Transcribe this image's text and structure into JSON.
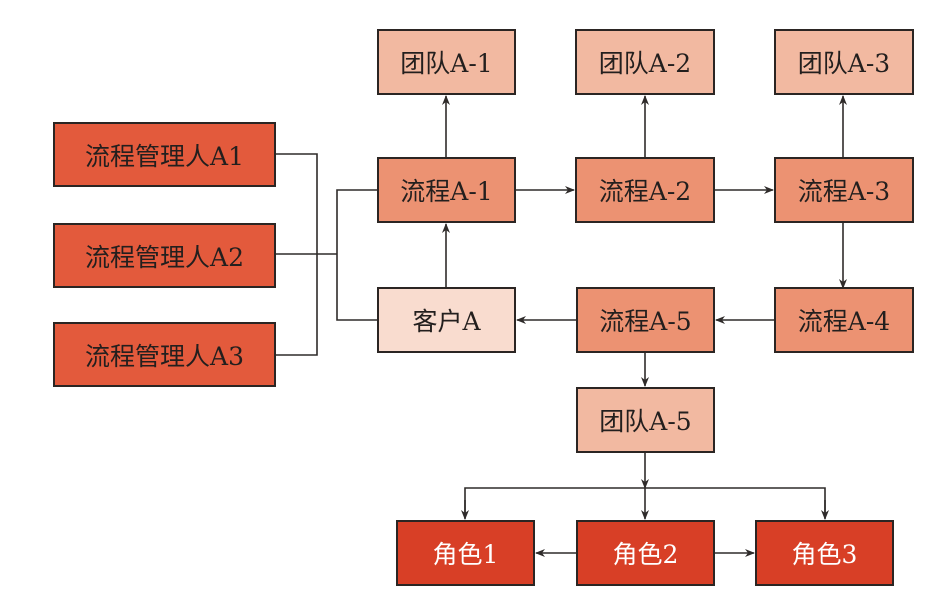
{
  "diagram": {
    "managers": [
      {
        "id": "mgr-a1",
        "label": "流程管理人A1"
      },
      {
        "id": "mgr-a2",
        "label": "流程管理人A2"
      },
      {
        "id": "mgr-a3",
        "label": "流程管理人A3"
      }
    ],
    "teams": [
      {
        "id": "team-a1",
        "label": "团队A-1"
      },
      {
        "id": "team-a2",
        "label": "团队A-2"
      },
      {
        "id": "team-a3",
        "label": "团队A-3"
      },
      {
        "id": "team-a5",
        "label": "团队A-5"
      }
    ],
    "processes": [
      {
        "id": "proc-a1",
        "label": "流程A-1"
      },
      {
        "id": "proc-a2",
        "label": "流程A-2"
      },
      {
        "id": "proc-a3",
        "label": "流程A-3"
      },
      {
        "id": "proc-a4",
        "label": "流程A-4"
      },
      {
        "id": "proc-a5",
        "label": "流程A-5"
      }
    ],
    "customer": {
      "id": "customer-a",
      "label": "客户A"
    },
    "roles": [
      {
        "id": "role-1",
        "label": "角色1"
      },
      {
        "id": "role-2",
        "label": "角色2"
      },
      {
        "id": "role-3",
        "label": "角色3"
      }
    ],
    "edges": [
      {
        "from": "mgr-a1",
        "to": "bus",
        "arrow": false
      },
      {
        "from": "mgr-a2",
        "to": "bus",
        "arrow": false
      },
      {
        "from": "mgr-a3",
        "to": "bus",
        "arrow": false
      },
      {
        "from": "bus",
        "to": "proc-a1",
        "arrow": false
      },
      {
        "from": "bus",
        "to": "customer-a",
        "arrow": false
      },
      {
        "from": "proc-a1",
        "to": "team-a1",
        "arrow": true
      },
      {
        "from": "proc-a2",
        "to": "team-a2",
        "arrow": true
      },
      {
        "from": "proc-a3",
        "to": "team-a3",
        "arrow": true
      },
      {
        "from": "proc-a1",
        "to": "proc-a2",
        "arrow": true
      },
      {
        "from": "proc-a2",
        "to": "proc-a3",
        "arrow": true
      },
      {
        "from": "proc-a3",
        "to": "proc-a4",
        "arrow": true
      },
      {
        "from": "proc-a4",
        "to": "proc-a5",
        "arrow": true
      },
      {
        "from": "proc-a5",
        "to": "customer-a",
        "arrow": true
      },
      {
        "from": "customer-a",
        "to": "proc-a1",
        "arrow": true
      },
      {
        "from": "proc-a5",
        "to": "team-a5",
        "arrow": true
      },
      {
        "from": "team-a5",
        "to": "role-1",
        "arrow": true
      },
      {
        "from": "team-a5",
        "to": "role-2",
        "arrow": true
      },
      {
        "from": "team-a5",
        "to": "role-3",
        "arrow": true
      },
      {
        "from": "role-2",
        "to": "role-1",
        "arrow": true
      },
      {
        "from": "role-2",
        "to": "role-3",
        "arrow": true
      }
    ],
    "colors": {
      "manager": "#e35a3c",
      "process": "#ec9272",
      "team": "#f2b9a1",
      "customer": "#f9dccf",
      "role": "#d83f26",
      "border": "#2b2523"
    }
  }
}
